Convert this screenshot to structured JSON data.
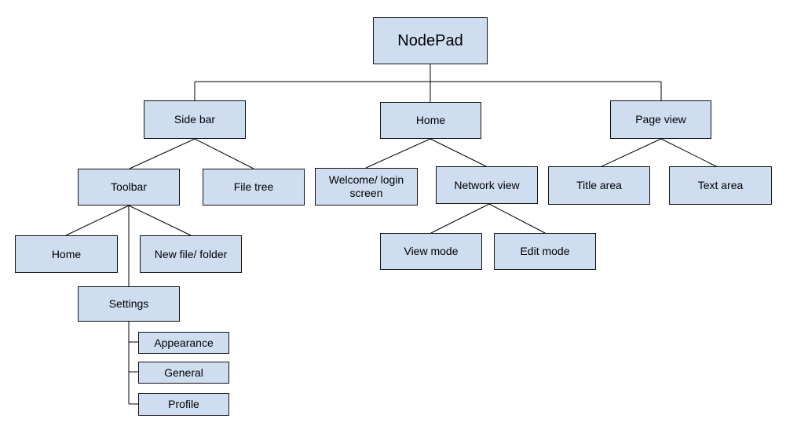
{
  "nodes": {
    "nodepad": "NodePad",
    "side_bar": "Side bar",
    "home": "Home",
    "page_view": "Page view",
    "toolbar": "Toolbar",
    "file_tree": "File tree",
    "welcome_login": "Welcome/ login screen",
    "network_view": "Network view",
    "title_area": "Title area",
    "text_area": "Text area",
    "toolbar_home": "Home",
    "new_file_folder": "New file/ folder",
    "view_mode": "View mode",
    "edit_mode": "Edit mode",
    "settings": "Settings",
    "appearance": "Appearance",
    "general": "General",
    "profile": "Profile"
  },
  "colors": {
    "node_fill": "#cfddf0",
    "node_border": "#111111",
    "edge": "#000000"
  }
}
